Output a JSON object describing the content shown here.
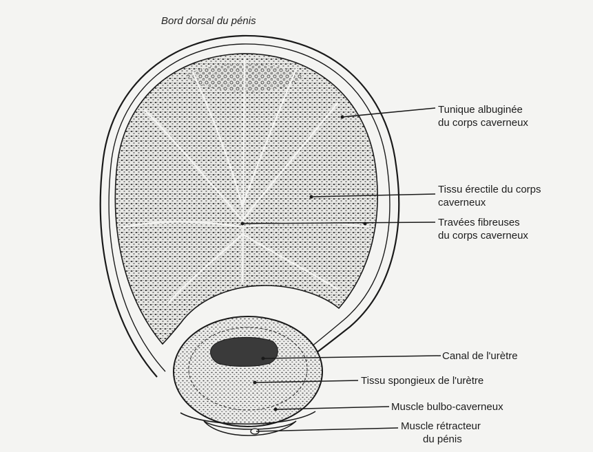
{
  "title": "Bord dorsal du pénis",
  "labels": {
    "tunique": [
      "Tunique albuginée",
      "du corps caverneux"
    ],
    "tissu_erectile": [
      "Tissu érectile du corps",
      "caverneux"
    ],
    "travees": [
      "Travées fibreuses",
      "du corps caverneux"
    ],
    "canal": [
      "Canal de l'urètre"
    ],
    "tissu_spongieux": [
      "Tissu spongieux de l'urètre"
    ],
    "muscle_bulbo": [
      "Muscle bulbo-caverneux"
    ],
    "muscle_retracteur": [
      "Muscle rétracteur",
      "du pénis"
    ]
  },
  "colors": {
    "background": "#f4f4f2",
    "ink": "#1a1a1a",
    "tissue_fill": "#d6d6d2",
    "canal_fill": "#3a3a3a"
  }
}
